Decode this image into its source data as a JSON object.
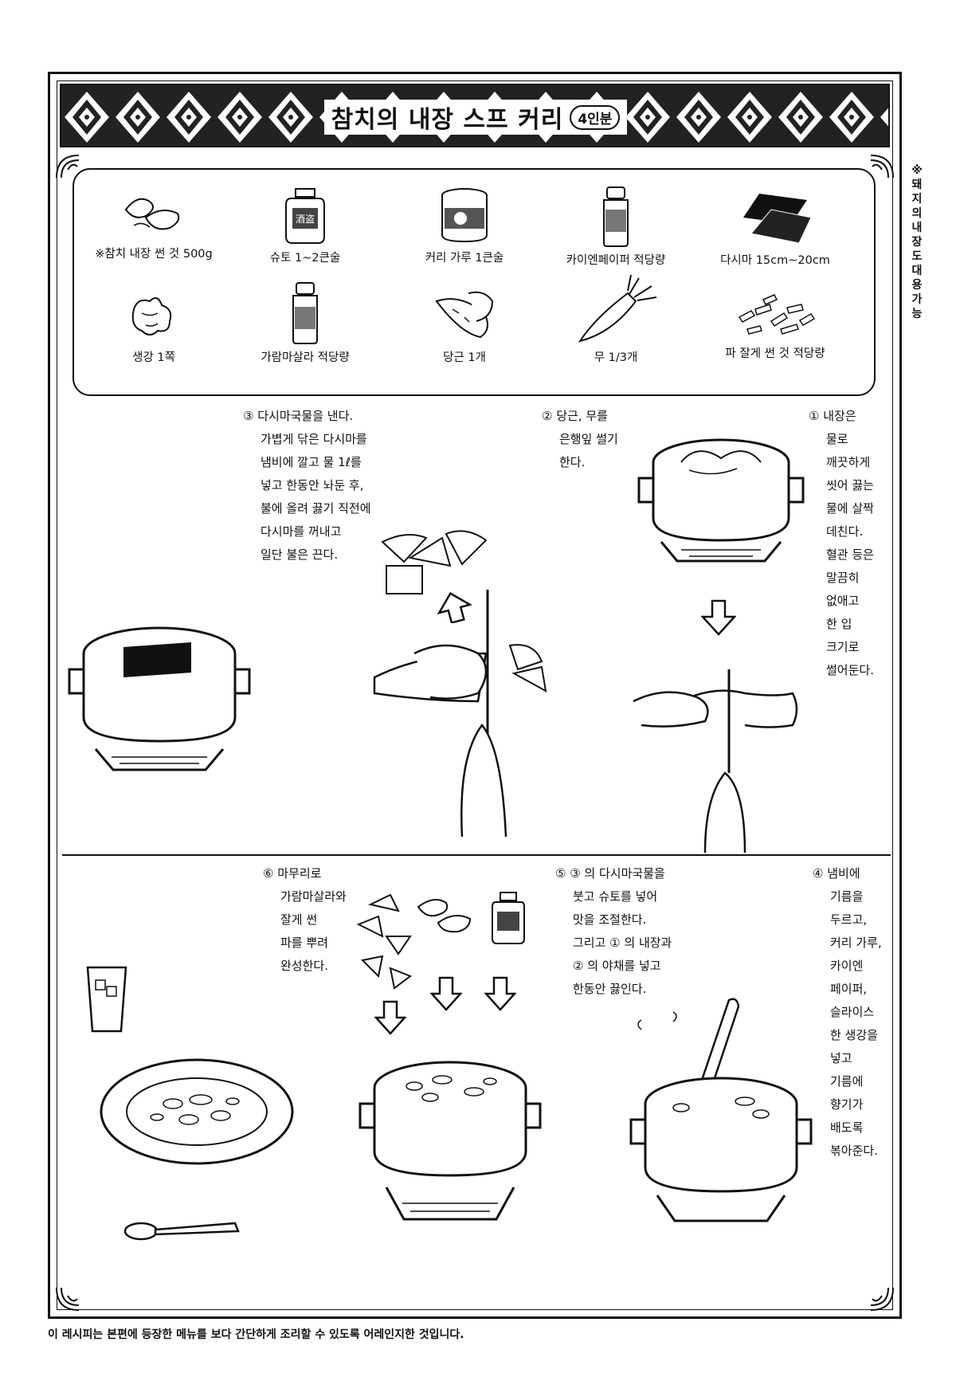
{
  "header": {
    "title": "참치의 내장 스프 커리",
    "serving": "4인분"
  },
  "side_note": "※돼지의 내장도 대용 가능",
  "ingredients": [
    {
      "label": "※참치 내장 썬 것 500g",
      "icon": "tuna-offal-icon"
    },
    {
      "label": "슈토 1~2큰술",
      "icon": "shuto-jar-icon"
    },
    {
      "label": "커리 가루 1큰술",
      "icon": "curry-powder-can-icon"
    },
    {
      "label": "카이엔페이퍼 적당량",
      "icon": "cayenne-bottle-icon"
    },
    {
      "label": "다시마 15cm~20cm",
      "icon": "kelp-icon"
    },
    {
      "label": "생강 1쪽",
      "icon": "ginger-icon"
    },
    {
      "label": "가람마살라 적당량",
      "icon": "garam-masala-bottle-icon"
    },
    {
      "label": "당근 1개",
      "icon": "carrot-icon"
    },
    {
      "label": "무 1/3개",
      "icon": "radish-icon"
    },
    {
      "label": "파 잘게 썬 것 적당량",
      "icon": "chopped-green-onion-icon"
    }
  ],
  "steps": {
    "s1": [
      "① 내장은",
      "물로",
      "깨끗하게",
      "씻어 끓는",
      "물에 살짝",
      "데친다.",
      "혈관 등은",
      "말끔히",
      "없애고",
      "한 입",
      "크기로",
      "썰어둔다."
    ],
    "s2": [
      "② 당근, 무를",
      "은행잎 썰기",
      "한다."
    ],
    "s3": [
      "③ 다시마국물을 낸다.",
      "가볍게 닦은 다시마를",
      "냄비에 깔고 물 1ℓ를",
      "넣고 한동안 놔둔 후,",
      "불에 올려 끓기 직전에",
      "다시마를 꺼내고",
      "일단 불은 끈다."
    ],
    "s4": [
      "④ 냄비에",
      "기름을",
      "두르고,",
      "커리 가루,",
      "카이엔",
      "페이퍼,",
      "슬라이스",
      "한 생강을",
      "넣고",
      "기름에",
      "향기가",
      "배도록",
      "볶아준다."
    ],
    "s5": [
      "⑤ ③ 의 다시마국물을",
      "붓고 슈토를 넣어",
      "맛을 조절한다.",
      "그리고 ① 의 내장과",
      "② 의 야채를 넣고",
      "한동안 끓인다."
    ],
    "s6": [
      "⑥ 마무리로",
      "가람마살라와",
      "잘게 썬",
      "파를 뿌려",
      "완성한다."
    ]
  },
  "footer": "이 레시피는 본편에 등장한 메뉴를 보다 간단하게 조리할 수 있도록 어레인지한 것입니다."
}
